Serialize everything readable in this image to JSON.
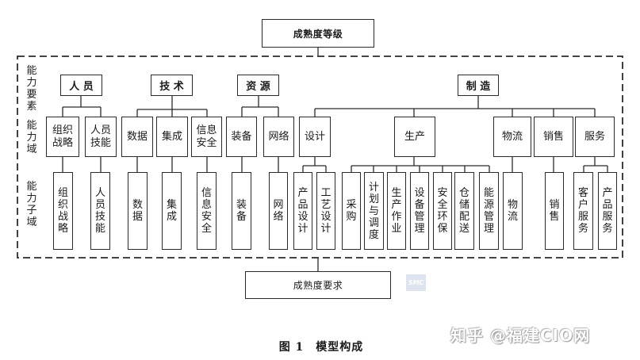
{
  "diagram": {
    "top_box": "成熟度等级",
    "bottom_box": "成熟度要求",
    "row_labels": {
      "elements": "能力要素",
      "domains": "能力域",
      "subdomains": "能力子域"
    },
    "elements": [
      {
        "label": "人 员",
        "domains": [
          {
            "label": "组织战略",
            "subdomains": [
              "组织战略"
            ]
          },
          {
            "label": "人员技能",
            "subdomains": [
              "人员技能"
            ]
          }
        ]
      },
      {
        "label": "技 术",
        "domains": [
          {
            "label": "数据",
            "subdomains": [
              "数据"
            ]
          },
          {
            "label": "集成",
            "subdomains": [
              "集成"
            ]
          },
          {
            "label": "信息安全",
            "subdomains": [
              "信息安全"
            ]
          }
        ]
      },
      {
        "label": "资 源",
        "domains": [
          {
            "label": "装备",
            "subdomains": [
              "装备"
            ]
          },
          {
            "label": "网络",
            "subdomains": [
              "网络"
            ]
          }
        ]
      },
      {
        "label": "制 造",
        "domains": [
          {
            "label": "设计",
            "subdomains": [
              "产品设计",
              "工艺设计"
            ]
          },
          {
            "label": "生产",
            "subdomains": [
              "采购",
              "计划与调度",
              "生产作业",
              "设备管理",
              "安全环保",
              "仓储配送",
              "能源管理"
            ]
          },
          {
            "label": "物流",
            "subdomains": [
              "物流"
            ]
          },
          {
            "label": "销售",
            "subdomains": [
              "销售"
            ]
          },
          {
            "label": "服务",
            "subdomains": [
              "客户服务",
              "产品服务"
            ]
          }
        ]
      }
    ]
  },
  "caption": "图 1　模型构成",
  "watermarks": {
    "logo": "SMC",
    "platform": "知乎 @福建CIO网"
  },
  "colors": {
    "line": "#2b2b2b",
    "logo": "#d6deec"
  }
}
